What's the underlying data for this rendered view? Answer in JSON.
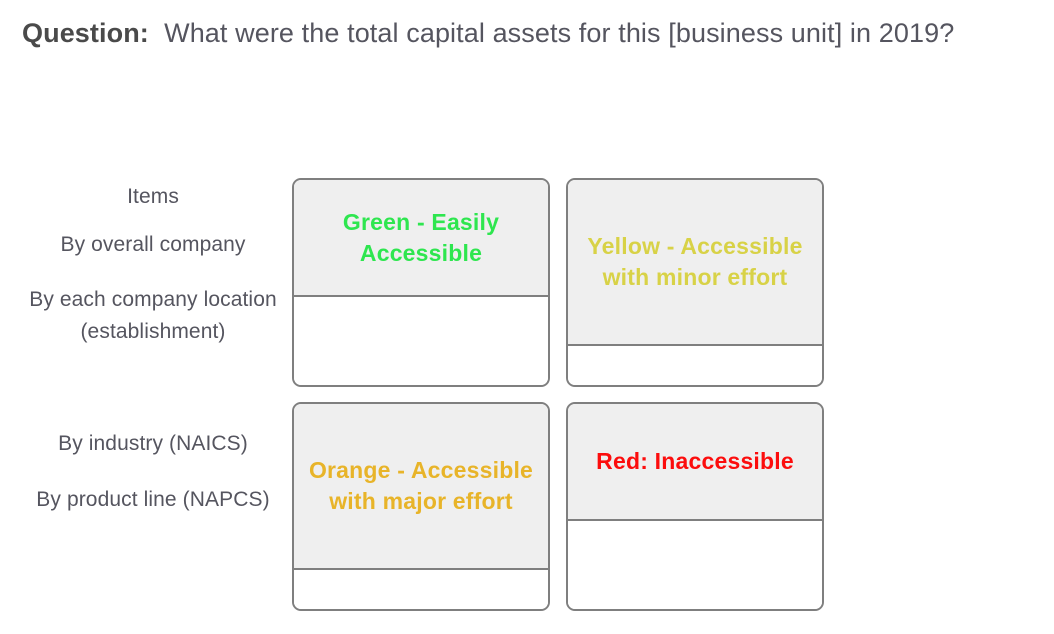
{
  "question": {
    "label": "Question:",
    "text": "What were the total capital assets for this [business unit] in 2019?"
  },
  "matrix": {
    "row_labels": [
      "Items",
      "By overall company",
      "By each company location (establishment)",
      "By industry (NAICS)",
      "By product line (NAPCS)"
    ],
    "cards": [
      {
        "id": "green",
        "title": "Green - Easily Accessible",
        "color": "#2ee64f",
        "header_bg": "#efefef",
        "border_color": "#7f7f7f"
      },
      {
        "id": "yellow",
        "title": "Yellow - Accessible with minor effort",
        "color": "#d8d247",
        "header_bg": "#efefef",
        "border_color": "#7f7f7f"
      },
      {
        "id": "orange",
        "title": "Orange - Accessible with major effort",
        "color": "#e8b429",
        "header_bg": "#efefef",
        "border_color": "#7f7f7f"
      },
      {
        "id": "red",
        "title": "Red: Inaccessible",
        "color": "#fc0d0d",
        "header_bg": "#efefef",
        "border_color": "#7f7f7f"
      }
    ]
  },
  "page": {
    "background": "#ffffff",
    "text_color": "#55555f",
    "heading_color": "#4a4a4a"
  }
}
